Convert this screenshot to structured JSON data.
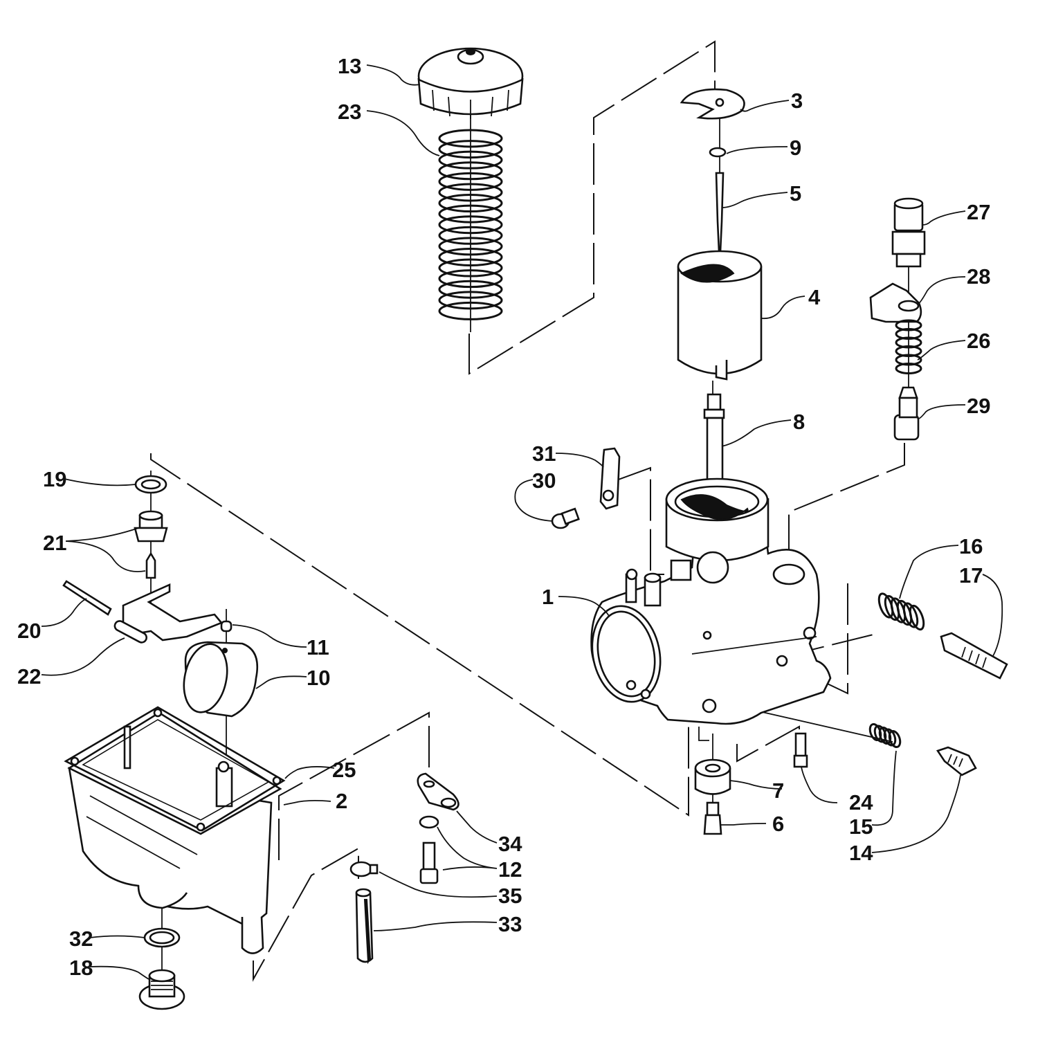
{
  "diagram": {
    "title": "Carburetor exploded parts diagram",
    "callouts": [
      {
        "id": "1",
        "part": "carburetor-body"
      },
      {
        "id": "2",
        "part": "float-bowl"
      },
      {
        "id": "3",
        "part": "needle-retainer-plate"
      },
      {
        "id": "4",
        "part": "throttle-valve"
      },
      {
        "id": "5",
        "part": "jet-needle"
      },
      {
        "id": "6",
        "part": "main-jet"
      },
      {
        "id": "7",
        "part": "jet-holder-nut"
      },
      {
        "id": "8",
        "part": "needle-jet"
      },
      {
        "id": "9",
        "part": "e-clip"
      },
      {
        "id": "10",
        "part": "float"
      },
      {
        "id": "11",
        "part": "float-pin-cap"
      },
      {
        "id": "12",
        "part": "screw-and-washer"
      },
      {
        "id": "13",
        "part": "mixing-chamber-cap"
      },
      {
        "id": "14",
        "part": "pilot-air-screw"
      },
      {
        "id": "15",
        "part": "pilot-air-screw-spring"
      },
      {
        "id": "16",
        "part": "throttle-stop-spring"
      },
      {
        "id": "17",
        "part": "throttle-stop-screw"
      },
      {
        "id": "18",
        "part": "drain-plug"
      },
      {
        "id": "19",
        "part": "washer"
      },
      {
        "id": "20",
        "part": "float-arm-pin"
      },
      {
        "id": "21",
        "part": "needle-valve-assembly"
      },
      {
        "id": "22",
        "part": "float-arm"
      },
      {
        "id": "23",
        "part": "throttle-valve-spring"
      },
      {
        "id": "24",
        "part": "pilot-jet"
      },
      {
        "id": "25",
        "part": "bowl-gasket"
      },
      {
        "id": "26",
        "part": "starter-spring"
      },
      {
        "id": "27",
        "part": "starter-plunger-nut"
      },
      {
        "id": "28",
        "part": "starter-plate"
      },
      {
        "id": "29",
        "part": "starter-plunger"
      },
      {
        "id": "30",
        "part": "screw"
      },
      {
        "id": "31",
        "part": "bracket"
      },
      {
        "id": "32",
        "part": "o-ring"
      },
      {
        "id": "33",
        "part": "drain-hose"
      },
      {
        "id": "34",
        "part": "bowl-clamp-plate"
      },
      {
        "id": "35",
        "part": "hose-clamp"
      }
    ]
  },
  "labels": {
    "c1": "1",
    "c2": "2",
    "c3": "3",
    "c4": "4",
    "c5": "5",
    "c6": "6",
    "c7": "7",
    "c8": "8",
    "c9": "9",
    "c10": "10",
    "c11": "11",
    "c12": "12",
    "c13": "13",
    "c14": "14",
    "c15": "15",
    "c16": "16",
    "c17": "17",
    "c18": "18",
    "c19": "19",
    "c20": "20",
    "c21": "21",
    "c22": "22",
    "c23": "23",
    "c24": "24",
    "c25": "25",
    "c26": "26",
    "c27": "27",
    "c28": "28",
    "c29": "29",
    "c30": "30",
    "c31": "31",
    "c32": "32",
    "c33": "33",
    "c34": "34",
    "c35": "35"
  }
}
